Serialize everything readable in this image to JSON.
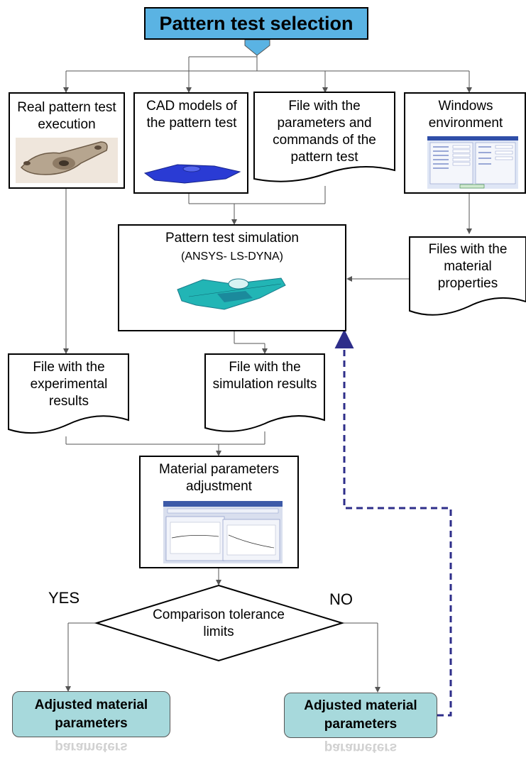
{
  "title": "Pattern test selection",
  "boxes": {
    "real_pattern": "Real pattern test execution",
    "cad_models": "CAD models of the pattern test",
    "file_params": "File with the parameters and commands of the pattern test",
    "windows_env": "Windows environment",
    "simulation_title": "Pattern test simulation",
    "simulation_subtitle": "(ANSYS- LS-DYNA)",
    "material_props": "Files with the material properties",
    "experimental_results": "File with the experimental results",
    "simulation_results": "File with the simulation results",
    "adjustment": "Material parameters adjustment",
    "comparison": "Comparison tolerance limits",
    "adjusted_left": "Adjusted material parameters",
    "adjusted_right": "Adjusted material parameters",
    "reflection_left": "parameters",
    "reflection_right": "parameters"
  },
  "branches": {
    "yes": "YES",
    "no": "NO"
  },
  "colors": {
    "title_fill": "#5ab3e3",
    "arrow_fill": "#5ab3e3",
    "result_fill": "#a7d9dc",
    "loop_dash": "#2e2e8a"
  }
}
